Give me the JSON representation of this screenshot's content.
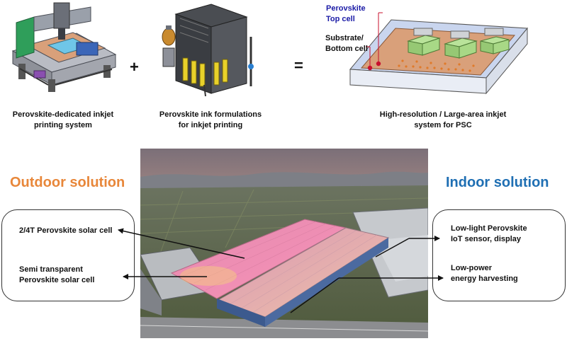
{
  "top": {
    "items": [
      {
        "caption": "Perovskite-dedicated inkjet\nprinting system"
      },
      {
        "caption": "Perovskite ink formulations\nfor inkjet printing"
      },
      {
        "caption": "High-resolution / Large-area inkjet\nsystem for PSC"
      }
    ],
    "plus": "+",
    "equals": "=",
    "psc_labels": {
      "top_cell": "Perovskite\nTop cell",
      "bottom_cell": "Substrate/\nBottom cell"
    }
  },
  "outdoor": {
    "title": "Outdoor solution",
    "color": "#e8873a",
    "items": [
      "2/4T Perovskite solar cell",
      "Semi transparent\n    Perovskite solar cell"
    ]
  },
  "indoor": {
    "title": "Indoor solution",
    "color": "#1f6fb3",
    "items": [
      "Low-light Perovskite\n    IoT sensor, display",
      "Low-power\n    energy harvesting"
    ]
  },
  "colors": {
    "label_blue": "#1a1aa6",
    "marker_red": "#c8102e"
  }
}
